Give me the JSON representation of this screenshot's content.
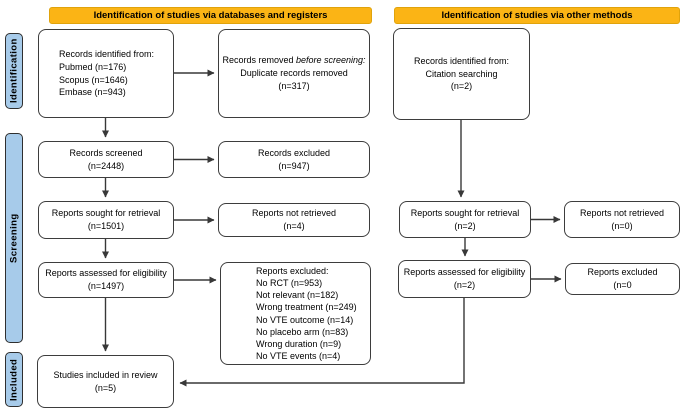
{
  "headers": {
    "left": "Identification of studies via databases and registers",
    "right": "Identification of studies via other methods"
  },
  "sidebar": {
    "identification": "Identification",
    "screening": "Screening",
    "included": "Included"
  },
  "colors": {
    "header_bg": "#FBB415",
    "header_border": "#E0A30C",
    "sidebar_bg": "#A7CBEA",
    "box_border": "#3D3D3D",
    "arrow": "#383838"
  },
  "boxes": {
    "db_identified": {
      "lines": [
        "Records identified from:",
        "Pubmed (n=176)",
        "Scopus (n=1646)",
        "Embase (n=943)"
      ]
    },
    "removed_before": {
      "line1_pre": "Records removed ",
      "line1_italic": "before screening:",
      "line2": "Duplicate records removed",
      "line3": "(n=317)"
    },
    "records_screened": {
      "lines": [
        "Records screened",
        "(n=2448)"
      ]
    },
    "records_excluded": {
      "lines": [
        "Records excluded",
        "(n=947)"
      ]
    },
    "reports_sought": {
      "lines": [
        "Reports sought for retrieval",
        "(n=1501)"
      ]
    },
    "reports_not_retrieved": {
      "lines": [
        "Reports not retrieved",
        "(n=4)"
      ]
    },
    "reports_assessed": {
      "lines": [
        "Reports assessed for eligibility",
        "(n=1497)"
      ]
    },
    "reports_excluded_detail": {
      "lines": [
        "Reports excluded:",
        "No RCT (n=953)",
        "Not relevant (n=182)",
        "Wrong treatment (n=249)",
        "No VTE outcome (n=14)",
        "No placebo arm (n=83)",
        "Wrong duration (n=9)",
        "No VTE events (n=4)"
      ]
    },
    "studies_included": {
      "lines": [
        "Studies included in review",
        "(n=5)"
      ]
    },
    "other_identified": {
      "lines": [
        "Records identified from:",
        "Citation searching",
        "(n=2)"
      ]
    },
    "reports_sought2": {
      "lines": [
        "Reports sought for retrieval",
        "(n=2)"
      ]
    },
    "reports_not_retrieved2": {
      "lines": [
        "Reports not retrieved",
        "(n=0)"
      ]
    },
    "reports_assessed2": {
      "lines": [
        "Reports assessed for eligibility",
        "(n=2)"
      ]
    },
    "reports_excluded2": {
      "lines": [
        "Reports excluded",
        "(n=0"
      ]
    }
  }
}
